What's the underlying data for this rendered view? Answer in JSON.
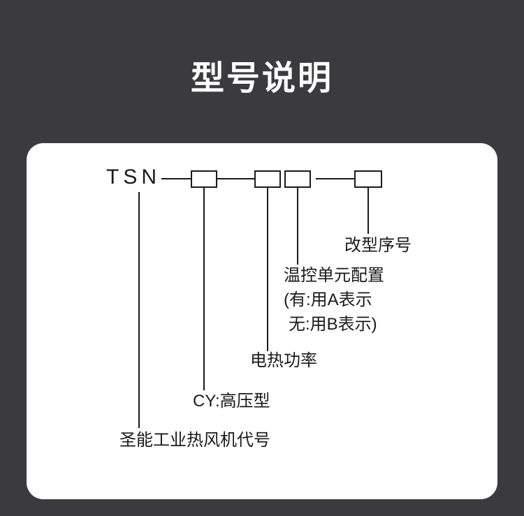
{
  "title": "型号说明",
  "diagram": {
    "prefix": "TSN",
    "labels": {
      "revision": "改型序号",
      "temp_line1": "温控单元配置",
      "temp_line2": "(有:用A表示",
      "temp_line3": "无:用B表示)",
      "power": "电热功率",
      "high_pressure": "CY:高压型",
      "brand_code": "圣能工业热风机代号"
    },
    "colors": {
      "background": "#3b3b3d",
      "card": "#ffffff",
      "line": "#1a1a1a",
      "text": "#1a1a1a",
      "title_text": "#ffffff"
    }
  }
}
